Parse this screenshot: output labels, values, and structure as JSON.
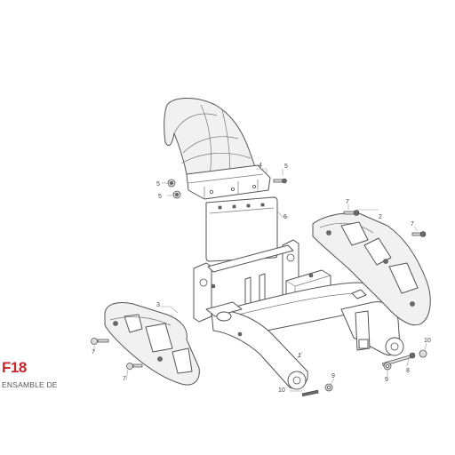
{
  "figure": {
    "code": "F18",
    "caption": "ENSAMBLE DE",
    "accent_color": "#c8242b"
  },
  "callouts": {
    "mudguard": "4",
    "license_plate": "6",
    "heel_guard_right": "2",
    "heel_guard_left": "3",
    "swingarm": "1",
    "bolt_top_left_a": "5",
    "bolt_top_left_b": "5",
    "bolt_top_right": "5",
    "screw_right_top": "7",
    "screw_right_side": "7",
    "screw_left_side": "7",
    "screw_left_bottom": "7",
    "axle_bolt": "8",
    "nut_bottom": "9",
    "nut_right": "9",
    "bushing_bottom": "10",
    "bushing_right": "10"
  }
}
